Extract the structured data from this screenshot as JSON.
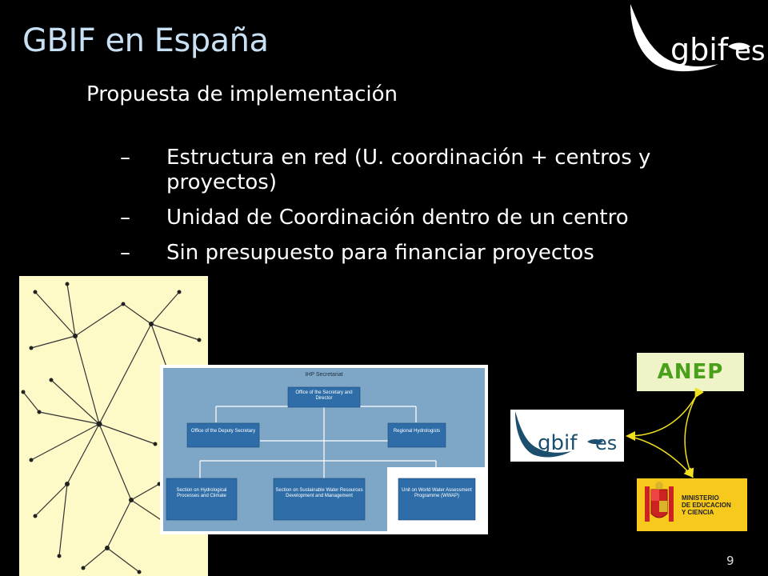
{
  "slide": {
    "title": "GBIF en España",
    "subtitle": "Propuesta de implementación",
    "bullets": [
      {
        "dash": "–",
        "text": "Estructura en red (U. coordinación + centros y proyectos)"
      },
      {
        "dash": "–",
        "text": "Unidad de Coordinación dentro de un centro"
      },
      {
        "dash": "–",
        "text": "Sin presupuesto para financiar proyectos"
      }
    ],
    "page_number": "9"
  },
  "logo": {
    "text_main": "gbif",
    "text_suffix": "es",
    "icon": "fish-leaf-icon"
  },
  "orgchart": {
    "header": "IHP Secretariat",
    "boxes": [
      "Office of the Secretary and Director",
      "Office of the Deputy Secretary",
      "Regional Hydrologists",
      "Section on Hydrological Processes and Climate",
      "Section on Sustainable Water Resources Development and Management",
      "Unit on World Water Assessment Programme (WWAP)"
    ]
  },
  "anep": {
    "label": "ANEP"
  },
  "ministerio": {
    "lines": [
      "MINISTERIO",
      "DE EDUCACION",
      "Y CIENCIA"
    ]
  },
  "colors": {
    "title": "#c8e0f4",
    "anep_green": "#4aa01a",
    "arrow_yellow": "#f0e020",
    "network_bg": "#fdfac8",
    "orgchart_blue": "#7ea6c6"
  }
}
